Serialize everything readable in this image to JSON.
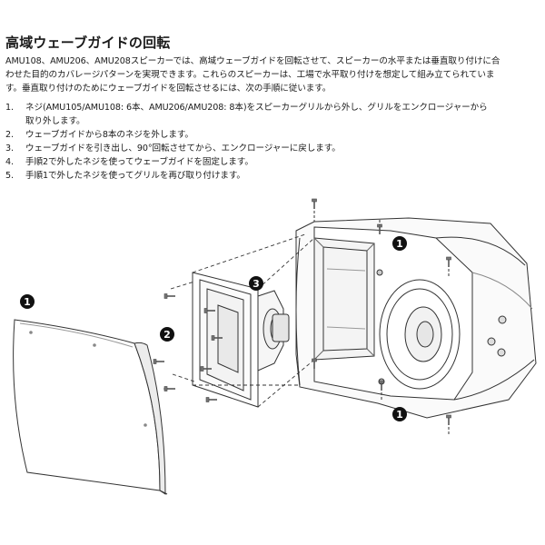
{
  "page": {
    "title": "高域ウェーブガイドの回転",
    "intro_lines": [
      "AMU108、AMU206、AMU208スピーカーでは、高域ウェーブガイドを回転させて、スピーカーの水平または垂直取り付けに合",
      "わせた目的のカバレージパターンを実現できます。これらのスピーカーは、工場で水平取り付けを想定して組み立てられていま",
      "す。垂直取り付けのためにウェーブガイドを回転させるには、次の手順に従います。"
    ],
    "steps": [
      {
        "num": "1.",
        "text": "ネジ(AMU105/AMU108: 6本、AMU206/AMU208: 8本)をスピーカーグリルから外し、グリルをエンクロージャーから",
        "sub": "取り外します。"
      },
      {
        "num": "2.",
        "text": "ウェーブガイドから8本のネジを外します。",
        "sub": ""
      },
      {
        "num": "3.",
        "text": "ウェーブガイドを引き出し、90°回転させてから、エンクロージャーに戻します。",
        "sub": ""
      },
      {
        "num": "4.",
        "text": "手順2で外したネジを使ってウェーブガイドを固定します。",
        "sub": ""
      },
      {
        "num": "5.",
        "text": "手順1で外したネジを使ってグリルを再び取り付けます。",
        "sub": ""
      }
    ]
  },
  "diagram": {
    "callouts": {
      "grille": "1",
      "screws_waveguide": "2",
      "waveguide": "3",
      "enclosure_top": "1",
      "enclosure_bottom": "1"
    }
  }
}
